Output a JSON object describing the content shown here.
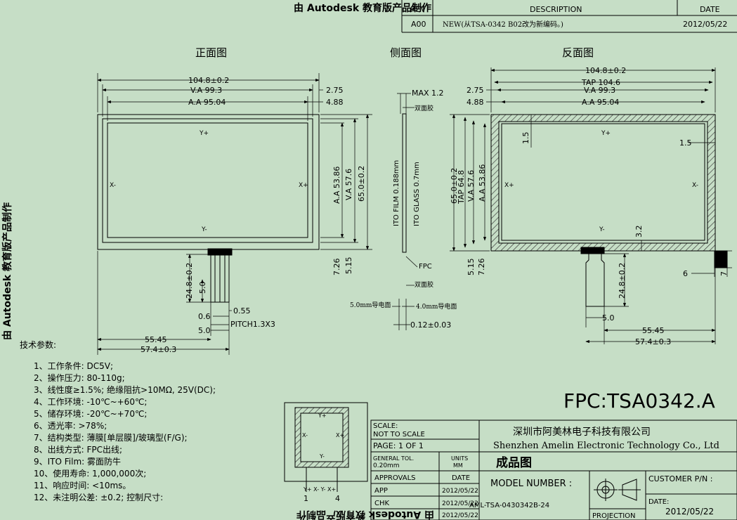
{
  "watermark": "由 Autodesk 教育版产品制作",
  "revision": {
    "rev_header": "REV",
    "description_header": "DESCRIPTION",
    "date_header": "DATE",
    "rev": "A00",
    "description": "NEW(从TSA-0342 B02改为新编码。)",
    "date": "2012/05/22"
  },
  "views": {
    "front": "正面图",
    "side": "侧面图",
    "back": "反面图"
  },
  "front_dims": {
    "total_width": "104.8±0.2",
    "va_width": "V.A 99.3",
    "aa_width": "A.A 95.04",
    "margin_275": "2.75",
    "margin_488": "4.88",
    "aa_height": "A.A 53.86",
    "va_height": "V.A 57.6",
    "total_height": "65.0±0.2",
    "bottom_726": "7.26",
    "bottom_515": "5.15",
    "tail_length": "24.8±0.2",
    "tail_5": "5.0",
    "pin_055": "0.55",
    "pin_06": "0.6",
    "pitch": "PITCH1.3X3",
    "tail_width": "5.0",
    "offset_5545": "55.45",
    "offset_574": "57.4±0.3"
  },
  "front_axes": {
    "y_plus": "Y+",
    "y_minus": "Y-",
    "x_minus": "X-",
    "x_plus": "X+"
  },
  "side": {
    "max": "MAX 1.2",
    "adhesive": "双面胶",
    "ito_film": "ITO FILM 0.188mm",
    "ito_glass": "ITO GLASS 0.7mm",
    "fpc": "FPC",
    "electrode_5": "5.0mm导电面",
    "electrode_4": "4.0mm导电面",
    "dim_012": "0.12±0.03"
  },
  "back_dims": {
    "total_width": "104.8±0.2",
    "tap_width": "TAP 104.6",
    "va_width": "V.A 99.3",
    "aa_width": "A.A 95.04",
    "margin_275": "2.75",
    "margin_488": "4.88",
    "total_height": "65.0±0.2",
    "tap_height": "TAP 64.8",
    "va_height": "V.A 57.6",
    "aa_height": "A.A 53.86",
    "bottom_515": "5.15",
    "bottom_726": "7.26",
    "border_15": "1.5",
    "border_32": "3.2",
    "tail_length": "24.8±0.2",
    "tail_width": "5.0",
    "offset_5545": "55.45",
    "offset_574": "57.4±0.3",
    "tab_6": "6",
    "tab_7": "7"
  },
  "specs": {
    "title": "技术参数:",
    "items": [
      "1、工作条件: DC5V;",
      "2、操作压力: 80-110g;",
      "3、线性度≥1.5%; 绝缘阻抗>10MΩ, 25V(DC);",
      "4、工作环境: -10℃~+60℃;",
      "5、储存环境: -20℃~+70℃;",
      "6、透光率: >78%;",
      "7、结构类型: 薄膜[单层膜]/玻璃型(F/G);",
      "8、出线方式: FPC出线;",
      "9、ITO Film: 雾面防牛",
      "10、使用寿命: 1,000,000次;",
      "11、响应时间: <10ms。",
      "12、未注明公差: ±0.2; 控制尺寸:"
    ]
  },
  "fpc_part": "FPC:TSA0342.A",
  "schematic": {
    "pinout": "Y+ X- Y- X+",
    "pin_first": "1",
    "pin_last": "4"
  },
  "title_block": {
    "scale_label": "SCALE:",
    "scale_value": "NOT TO SCALE",
    "page": "PAGE: 1 OF 1",
    "tol_label": "GENERAL TOL.",
    "tol_value": "0.20mm",
    "units_label": "UNITS",
    "units_value": "MM",
    "approvals": "APPROVALS",
    "date_label": "DATE",
    "app": "APP",
    "app_date": "2012/05/22",
    "chk": "CHK",
    "chk_date": "2012/05/22",
    "drw_date": "2012/05/22",
    "company_cn": "深圳市阿美林电子科技有限公司",
    "company_en": "Shenzhen Amelin Electronic Technology Co., Ltd",
    "drawing_title": "成品图",
    "model_label": "MODEL NUMBER :",
    "model_value": "AML-TSA-0430342B-24",
    "customer_label": "CUSTOMER P/N :",
    "date_field_label": "DATE:",
    "date_field_value": "2012/05/22",
    "projection": "PROJECTION"
  }
}
